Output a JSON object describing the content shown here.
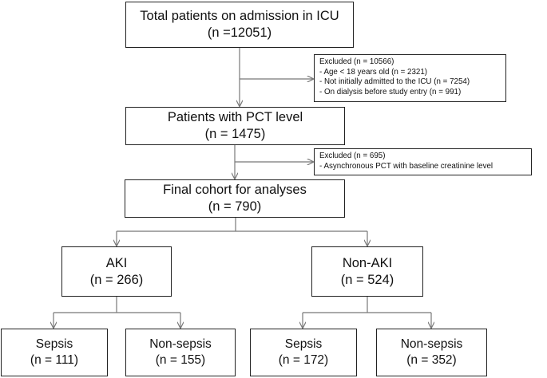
{
  "total": {
    "title": "Total patients on admission in ICU",
    "n": "(n =12051)"
  },
  "excluded1": {
    "header": "Excluded (n = 10566)",
    "items": [
      "- Age < 18 years old (n = 2321)",
      "- Not initially admitted to the ICU (n = 7254)",
      "- On dialysis before study entry (n = 991)"
    ]
  },
  "pct": {
    "title": "Patients with PCT level",
    "n": "(n = 1475)"
  },
  "excluded2": {
    "header": "Excluded (n = 695)",
    "items": [
      "- Asynchronous PCT with baseline creatinine level"
    ]
  },
  "final": {
    "title": "Final cohort for analyses",
    "n": "(n = 790)"
  },
  "aki": {
    "title": "AKI",
    "n": "(n = 266)"
  },
  "nonaki": {
    "title": "Non-AKI",
    "n": "(n = 524)"
  },
  "aki_sepsis": {
    "title": "Sepsis",
    "n": "(n = 111)"
  },
  "aki_nonsepsis": {
    "title": "Non-sepsis",
    "n": "(n = 155)"
  },
  "nonaki_sepsis": {
    "title": "Sepsis",
    "n": "(n = 172)"
  },
  "nonaki_nonsepsis": {
    "title": "Non-sepsis",
    "n": "(n = 352)"
  }
}
